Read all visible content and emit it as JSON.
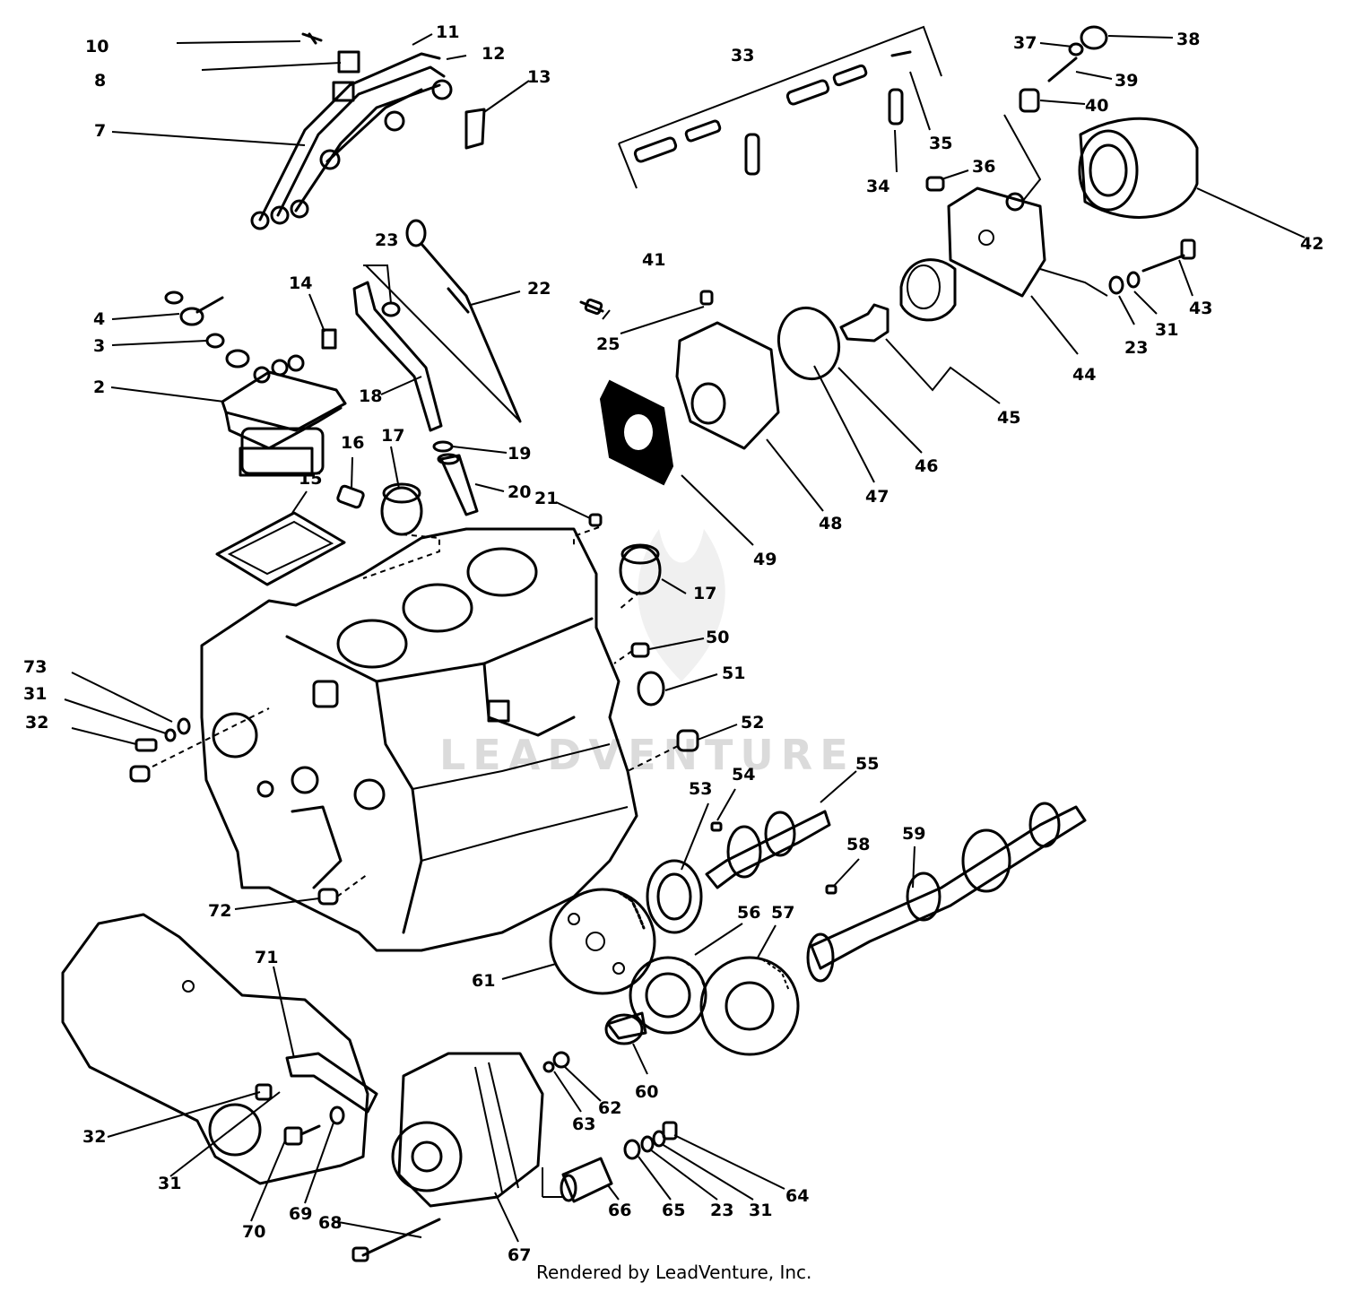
{
  "diagram": {
    "colors": {
      "ink": "#000000",
      "paper": "#ffffff",
      "watermark": "#d8d8d8"
    },
    "watermark_text": "LEADVENTURE",
    "footer": "Rendered by LeadVenture, Inc.",
    "callouts": {
      "n2": "2",
      "n3": "3",
      "n4": "4",
      "n7": "7",
      "n8": "8",
      "n10": "10",
      "n11": "11",
      "n12": "12",
      "n13": "13",
      "n14": "14",
      "n15": "15",
      "n16": "16",
      "n17a": "17",
      "n17b": "17",
      "n18": "18",
      "n19": "19",
      "n20": "20",
      "n21": "21",
      "n22": "22",
      "n23a": "23",
      "n23b": "23",
      "n23c": "23",
      "n25": "25",
      "n31a": "31",
      "n31b": "31",
      "n31c": "31",
      "n31d": "31",
      "n32a": "32",
      "n32b": "32",
      "n33": "33",
      "n34": "34",
      "n35": "35",
      "n36": "36",
      "n37": "37",
      "n38": "38",
      "n39": "39",
      "n40": "40",
      "n41": "41",
      "n42": "42",
      "n43": "43",
      "n44": "44",
      "n45": "45",
      "n46": "46",
      "n47": "47",
      "n48": "48",
      "n49": "49",
      "n50": "50",
      "n51": "51",
      "n52": "52",
      "n53": "53",
      "n54": "54",
      "n55": "55",
      "n56": "56",
      "n57": "57",
      "n58": "58",
      "n59": "59",
      "n60": "60",
      "n61": "61",
      "n62": "62",
      "n63": "63",
      "n64": "64",
      "n65": "65",
      "n66": "66",
      "n67": "67",
      "n68": "68",
      "n69": "69",
      "n70": "70",
      "n71": "71",
      "n72": "72",
      "n73": "73"
    }
  }
}
